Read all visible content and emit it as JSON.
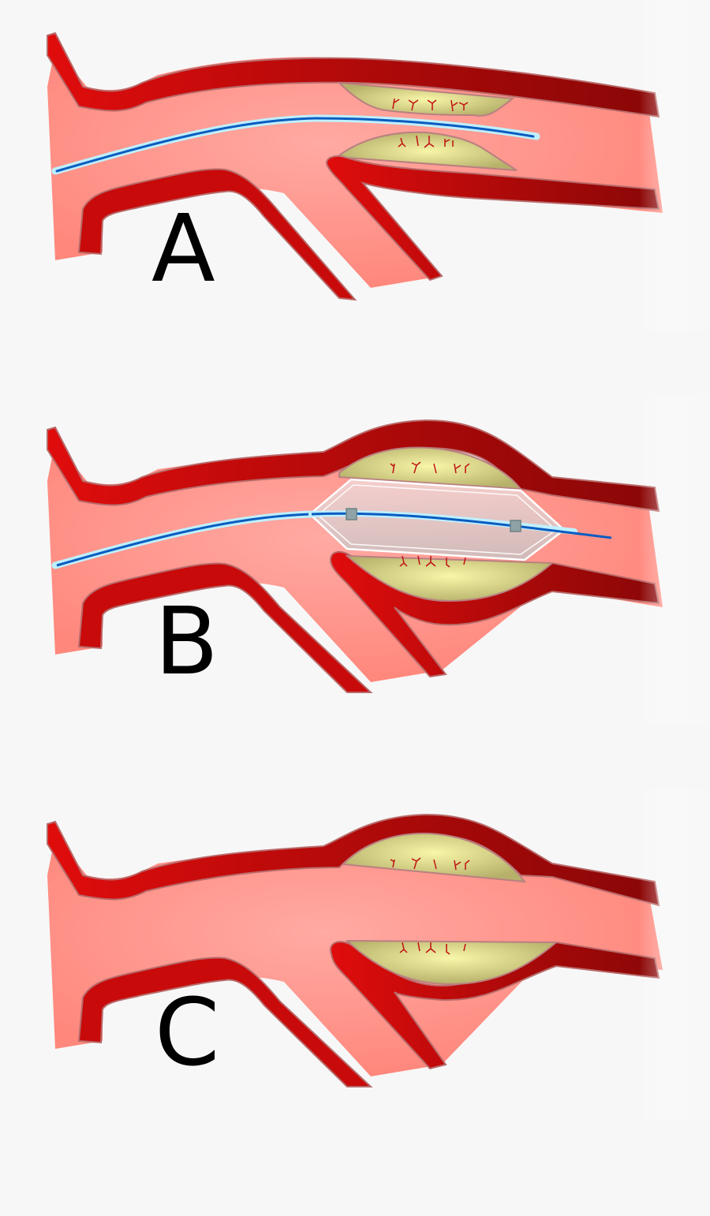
{
  "diagram": {
    "subject": "Balloon angioplasty of a stenosed artery at a bifurcation",
    "colors": {
      "background": "#f7f7f7",
      "vessel_wall_light": "#d90b0b",
      "vessel_wall_dark": "#8f0808",
      "wall_outline": "#b86a6a",
      "lumen": "#ff9b90",
      "lumen_light": "#ffb0a8",
      "plaque_center": "#f6f3a6",
      "plaque_edge": "#b5b06a",
      "plaque_fibers": "#c01010",
      "guidewire": "#0a5cc0",
      "guidewire_sheath": "#bff0ff",
      "balloon_fill": "#d9c8c8",
      "balloon_outline": "#ffffff",
      "marker": "#8fa3a6",
      "label_text": "#000000"
    },
    "panels": [
      {
        "id": "A",
        "label": "A",
        "description": "Guidewire/catheter threaded through narrowed artery past plaque",
        "elements": [
          "artery",
          "branch-vessel",
          "plaque-upper",
          "plaque-lower",
          "guidewire"
        ]
      },
      {
        "id": "B",
        "label": "B",
        "description": "Balloon inflated within plaque, compressing plaque and widening artery",
        "elements": [
          "artery",
          "branch-vessel",
          "plaque-upper",
          "plaque-lower",
          "guidewire",
          "balloon",
          "radiopaque-markers"
        ]
      },
      {
        "id": "C",
        "label": "C",
        "description": "Balloon removed; artery lumen widened with plaque compressed into wall",
        "elements": [
          "artery",
          "branch-vessel",
          "plaque-upper",
          "plaque-lower"
        ]
      }
    ]
  }
}
